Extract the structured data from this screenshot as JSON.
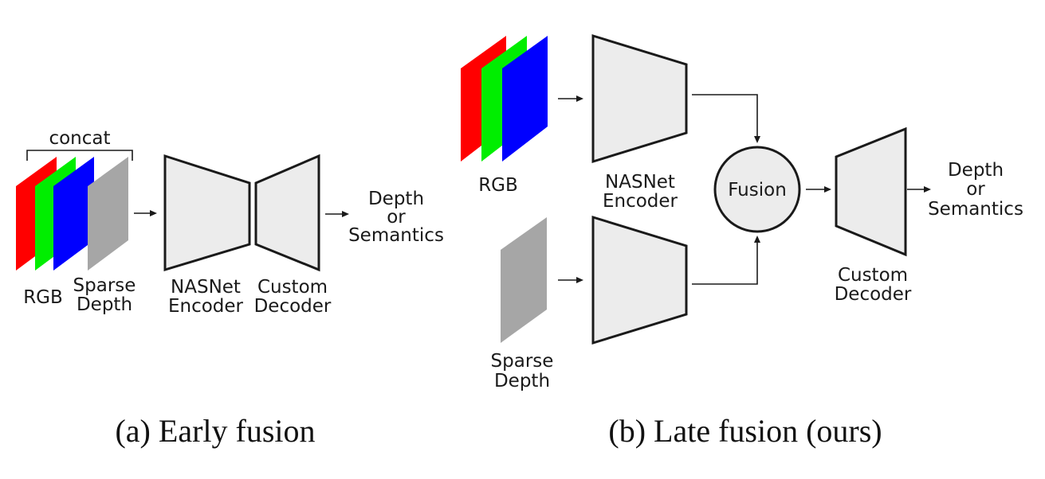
{
  "figure": {
    "early_fusion": {
      "caption": "(a) Early fusion",
      "concat_label": "concat",
      "inputs": {
        "rgb_label": "RGB",
        "sparse_depth_label": [
          "Sparse",
          "Depth"
        ]
      },
      "encoder_label": [
        "NASNet",
        "Encoder"
      ],
      "decoder_label": [
        "Custom",
        "Decoder"
      ],
      "output_label": [
        "Depth",
        "or",
        "Semantics"
      ]
    },
    "late_fusion": {
      "caption": "(b) Late fusion (ours)",
      "inputs": {
        "rgb_label": "RGB",
        "sparse_depth_label": [
          "Sparse",
          "Depth"
        ]
      },
      "encoder_label": [
        "NASNet",
        "Encoder"
      ],
      "fusion_label": "Fusion",
      "decoder_label": [
        "Custom",
        "Decoder"
      ],
      "output_label": [
        "Depth",
        "or",
        "Semantics"
      ]
    }
  },
  "colors": {
    "red_channel": "#ff0000",
    "green_channel": "#00ee00",
    "blue_channel": "#0000ff",
    "sparse_depth": "#a6a6a6",
    "block_fill": "#ececec",
    "stroke": "#1a1a1a"
  }
}
